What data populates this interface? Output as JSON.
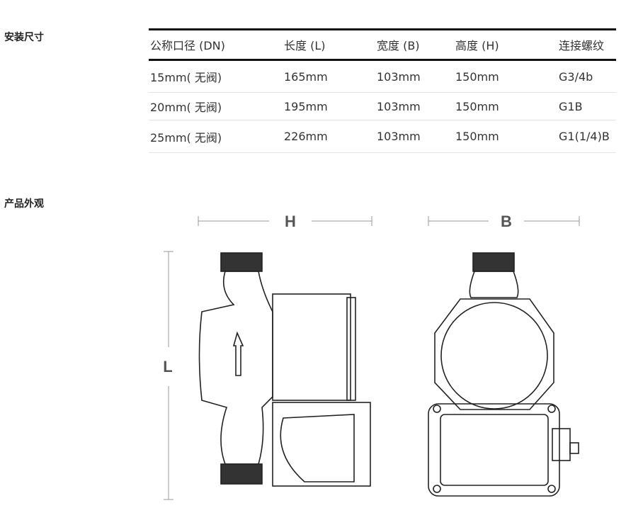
{
  "sections": {
    "install": "安装尺寸",
    "appearance": "产品外观"
  },
  "table": {
    "headers": [
      "公称口径 (DN)",
      "长度 (L)",
      "宽度 (B)",
      "高度 (H)",
      "连接螺纹"
    ],
    "rows": [
      [
        "15mm( 无阀)",
        "165mm",
        "103mm",
        "150mm",
        "G3/4b"
      ],
      [
        "20mm( 无阀)",
        "195mm",
        "103mm",
        "150mm",
        "G1B"
      ],
      [
        "25mm( 无阀)",
        "226mm",
        "103mm",
        "150mm",
        "G1(1/4)B"
      ]
    ]
  },
  "dims": {
    "h": "H",
    "b": "B",
    "l": "L"
  }
}
